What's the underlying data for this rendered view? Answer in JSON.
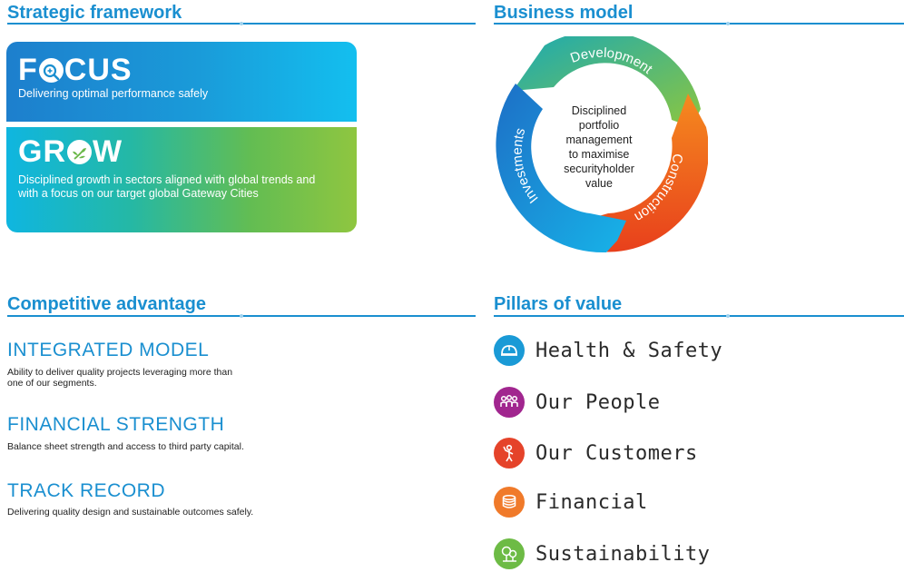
{
  "sections": {
    "strategic": "Strategic framework",
    "business": "Business model",
    "competitive": "Competitive advantage",
    "pillars": "Pillars of value"
  },
  "framework": {
    "focus_title_a": "F",
    "focus_title_b": "CUS",
    "focus_desc": "Delivering optimal performance safely",
    "grow_title_a": "GR",
    "grow_title_b": "W",
    "grow_desc": "Disciplined growth in sectors aligned with global trends and with a focus on our target global Gateway Cities"
  },
  "business_model": {
    "center": [
      "Disciplined",
      "portfolio",
      "management",
      "to maximise",
      "securityholder",
      "value"
    ],
    "segments": [
      {
        "label": "Development",
        "color": "#5fb648"
      },
      {
        "label": "Construction",
        "color": "#f06a1e"
      },
      {
        "label": "Investments",
        "color": "#1a8fd0"
      }
    ]
  },
  "advantages": [
    {
      "title": "INTEGRATED MODEL",
      "desc": "Ability to deliver quality projects leveraging more than one of our segments."
    },
    {
      "title": "FINANCIAL STRENGTH",
      "desc": "Balance sheet strength and access to third party capital."
    },
    {
      "title": "TRACK RECORD",
      "desc": "Delivering quality design and sustainable outcomes safely."
    }
  ],
  "pillars": [
    {
      "label": "Health & Safety",
      "icon": "hard-hat-icon",
      "color": "#1a9ad6"
    },
    {
      "label": "Our People",
      "icon": "people-icon",
      "color": "#a1268f"
    },
    {
      "label": "Our Customers",
      "icon": "customer-icon",
      "color": "#e5432a"
    },
    {
      "label": "Financial",
      "icon": "coins-icon",
      "color": "#f07a2a"
    },
    {
      "label": "Sustainability",
      "icon": "trees-icon",
      "color": "#6dbb45"
    }
  ]
}
